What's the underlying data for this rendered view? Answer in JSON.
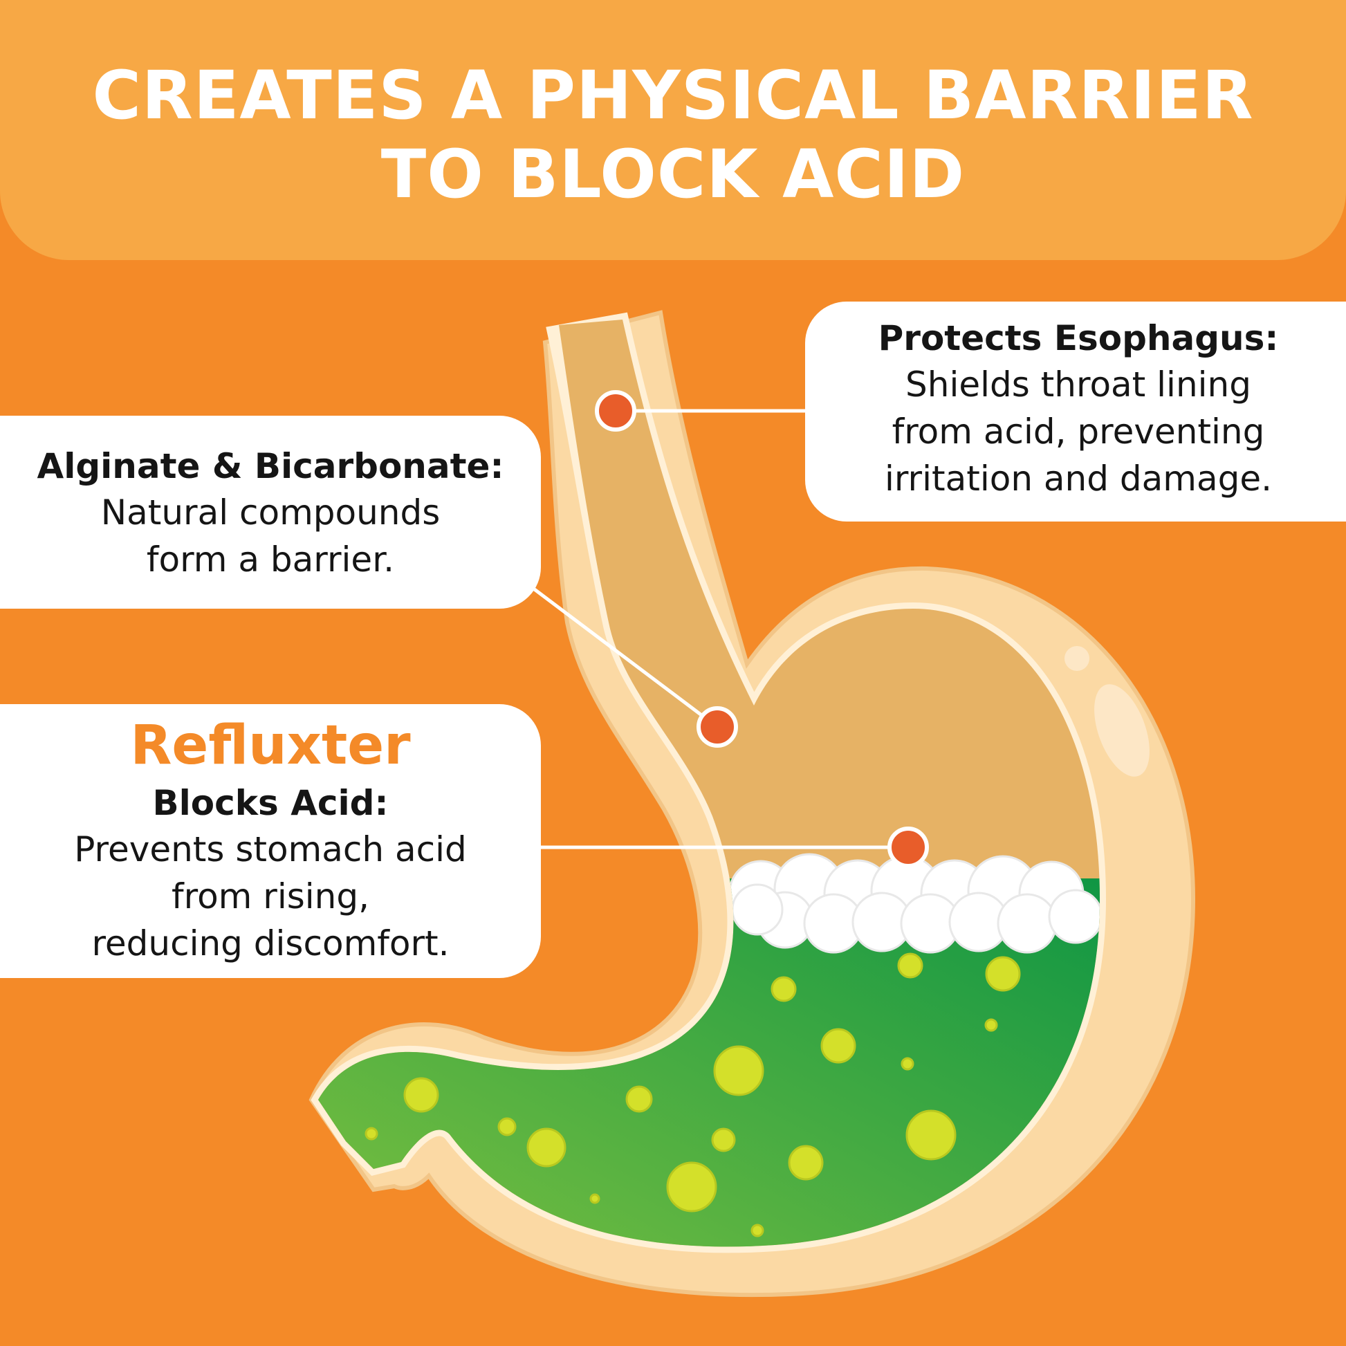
{
  "header": {
    "title_line1": "CREATES A PHYSICAL BARRIER",
    "title_line2": "TO BLOCK ACID"
  },
  "callouts": {
    "esophagus": {
      "heading": "Protects Esophagus:",
      "lines": [
        "Shields throat lining",
        "from acid, preventing",
        "irritation and damage."
      ]
    },
    "alginate": {
      "heading": "Alginate & Bicarbonate:",
      "lines": [
        "Natural compounds",
        "form a barrier."
      ]
    },
    "refluxter": {
      "brand": "Refluxter",
      "heading": "Blocks Acid:",
      "lines": [
        "Prevents stomach acid",
        "from rising,",
        "reducing discomfort."
      ]
    }
  },
  "colors": {
    "background": "#f48a28",
    "header": "#f7a845",
    "stomach_wall": "#fbd9a4",
    "stomach_inner": "#e6b265",
    "acid_green": "#2da845",
    "marker": "#e85d2a"
  }
}
